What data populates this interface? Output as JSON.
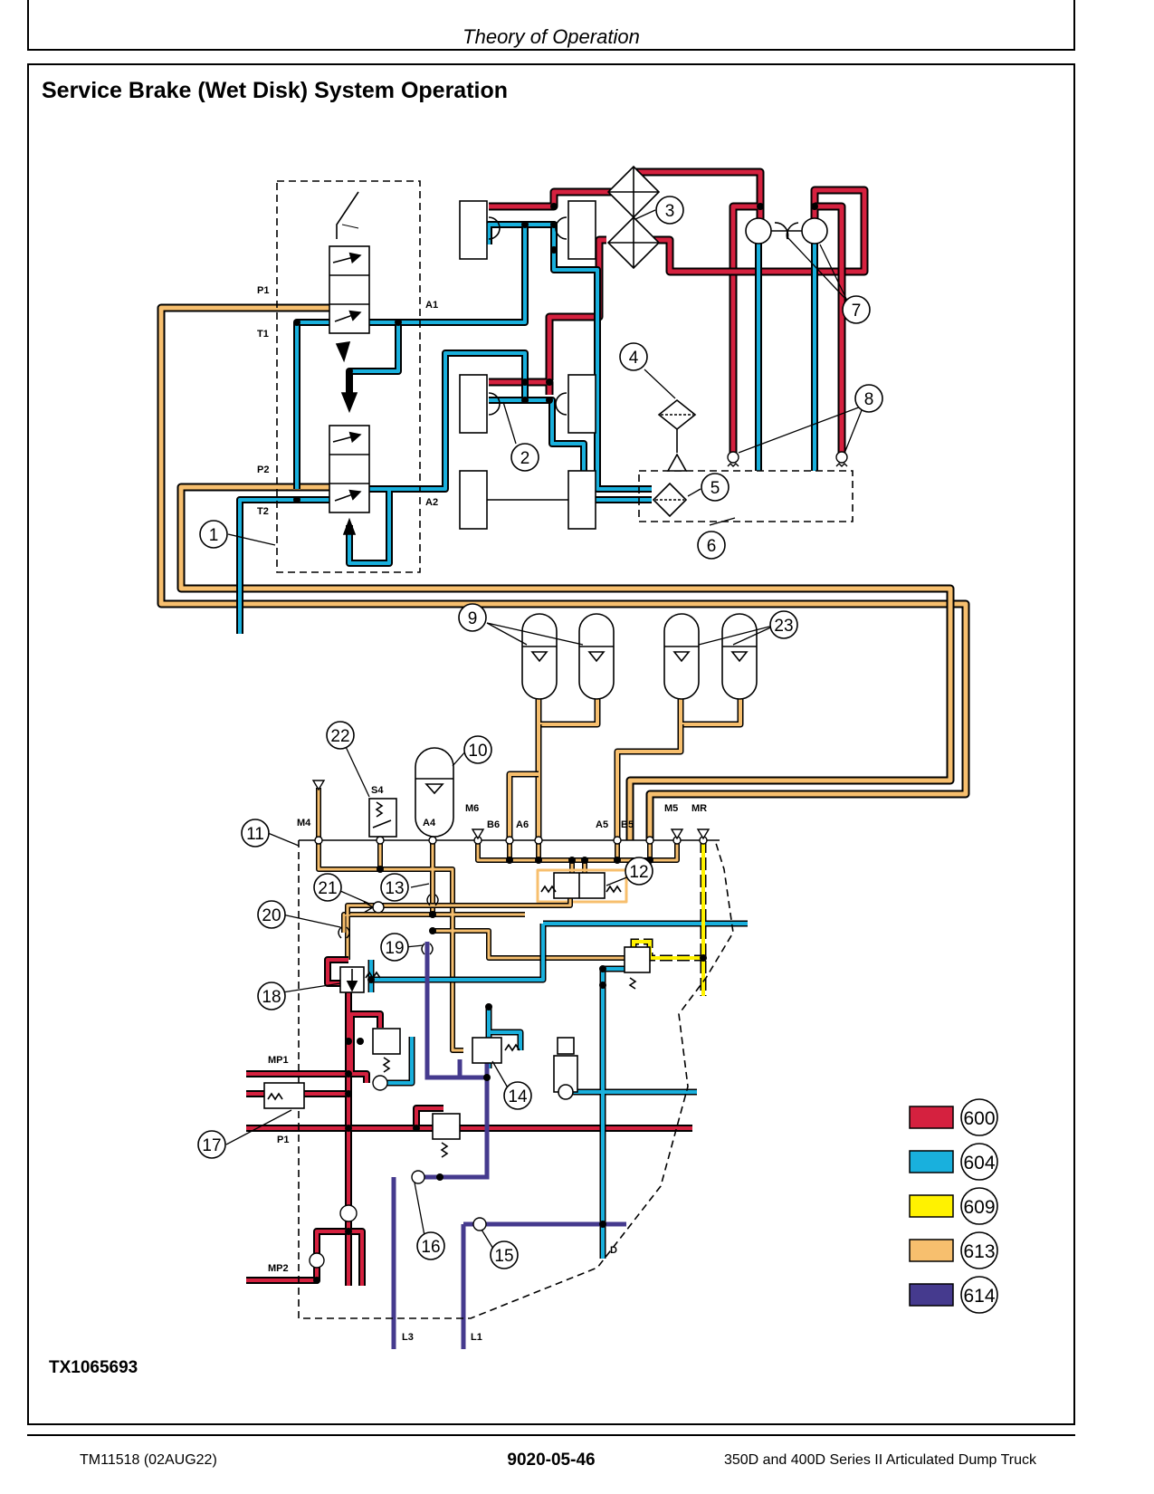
{
  "header": {
    "title": "Theory of Operation"
  },
  "section": {
    "title": "Service Brake (Wet Disk) System Operation"
  },
  "figure": {
    "id": "TX1065693"
  },
  "footer": {
    "manual": "TM11518 (02AUG22)",
    "page": "9020-05-46",
    "product": "350D and 400D Series II Articulated Dump Truck"
  },
  "colors": {
    "red": "#d5213f",
    "blue": "#19b0dd",
    "yellow": "#fff200",
    "orange": "#f7bf6e",
    "purple": "#453a8e"
  },
  "legend": [
    {
      "code": "600",
      "color": "#d5213f"
    },
    {
      "code": "604",
      "color": "#19b0dd"
    },
    {
      "code": "609",
      "color": "#fff200"
    },
    {
      "code": "613",
      "color": "#f7bf6e"
    },
    {
      "code": "614",
      "color": "#453a8e"
    }
  ],
  "callouts": [
    "1",
    "2",
    "3",
    "4",
    "5",
    "6",
    "7",
    "8",
    "9",
    "10",
    "11",
    "12",
    "13",
    "14",
    "15",
    "16",
    "17",
    "18",
    "19",
    "20",
    "21",
    "22",
    "23"
  ],
  "port_labels": {
    "p1_top": "P1",
    "t1": "T1",
    "a1": "A1",
    "p2": "P2",
    "t2": "T2",
    "a2": "A2",
    "s4": "S4",
    "m4": "M4",
    "a4": "A4",
    "m6": "M6",
    "b6": "B6",
    "a6": "A6",
    "a5": "A5",
    "b5": "B5",
    "m5": "M5",
    "mr": "MR",
    "mp1": "MP1",
    "p1_bottom": "P1",
    "mp2": "MP2",
    "d": "D",
    "l3": "L3",
    "l1": "L1"
  }
}
